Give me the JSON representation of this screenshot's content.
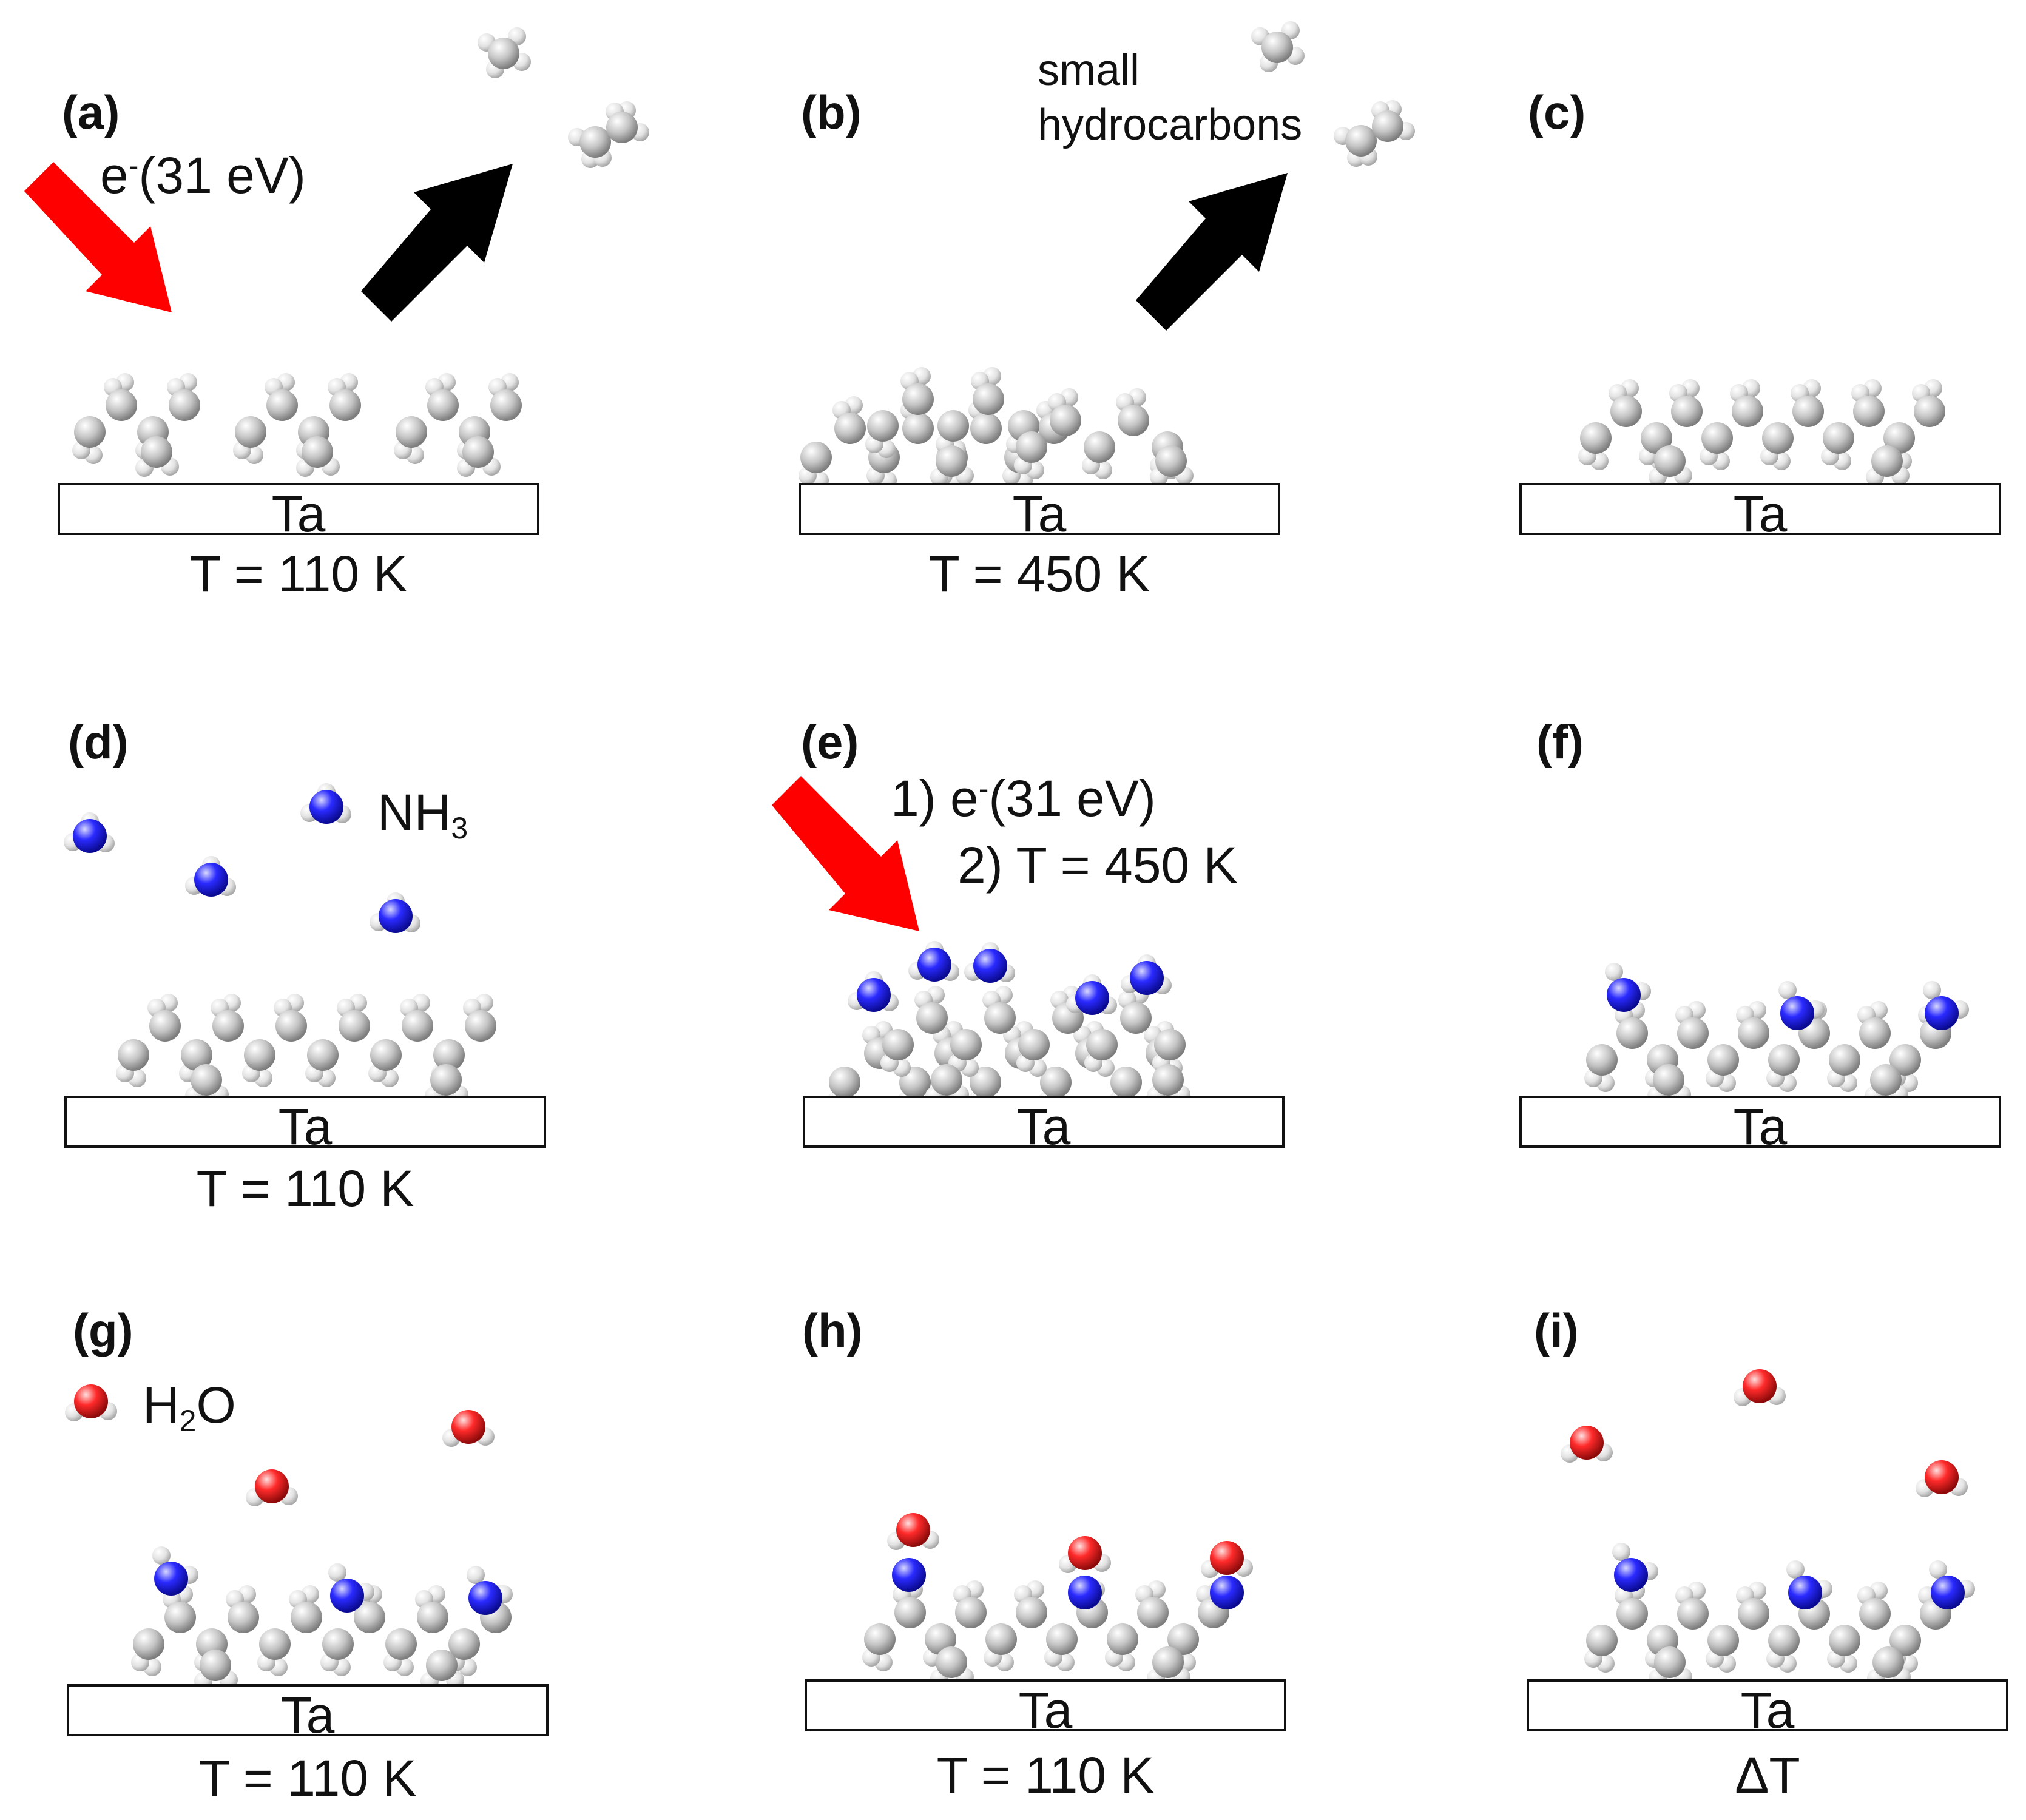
{
  "substrate_label": "Ta",
  "panels": [
    {
      "id": "a",
      "label": "(a)",
      "temperature": "T = 110 K",
      "note": "e-(31 eV)",
      "note_super": "-",
      "note_main": "(31 eV)"
    },
    {
      "id": "b",
      "label": "(b)",
      "temperature": "T = 450 K",
      "note_line1": "small",
      "note_line2": "hydrocarbons"
    },
    {
      "id": "c",
      "label": "(c)",
      "temperature": ""
    },
    {
      "id": "d",
      "label": "(d)",
      "temperature": "T = 110 K",
      "species": "NH3",
      "species_main": "NH",
      "species_sub": "3"
    },
    {
      "id": "e",
      "label": "(e)",
      "temperature": "",
      "step1": "1) e-(31 eV)",
      "step1_pre": "1) e",
      "step1_super": "-",
      "step1_post": "(31 eV)",
      "step2": "2) T = 450 K"
    },
    {
      "id": "f",
      "label": "(f)",
      "temperature": ""
    },
    {
      "id": "g",
      "label": "(g)",
      "temperature": "T = 110 K",
      "species": "H2O",
      "species_pre": "H",
      "species_sub": "2",
      "species_post": "O"
    },
    {
      "id": "h",
      "label": "(h)",
      "temperature": "T = 110 K"
    },
    {
      "id": "i",
      "label": "(i)",
      "temperature": "ΔT"
    }
  ],
  "colors": {
    "carbon": "#b9b9b9",
    "hydrogen": "#dcdcdc",
    "nitrogen": "#1a1ae0",
    "oxygen": "#e01a1a",
    "electron_arrow": "#ff0000",
    "desorption_arrow": "#000000"
  }
}
